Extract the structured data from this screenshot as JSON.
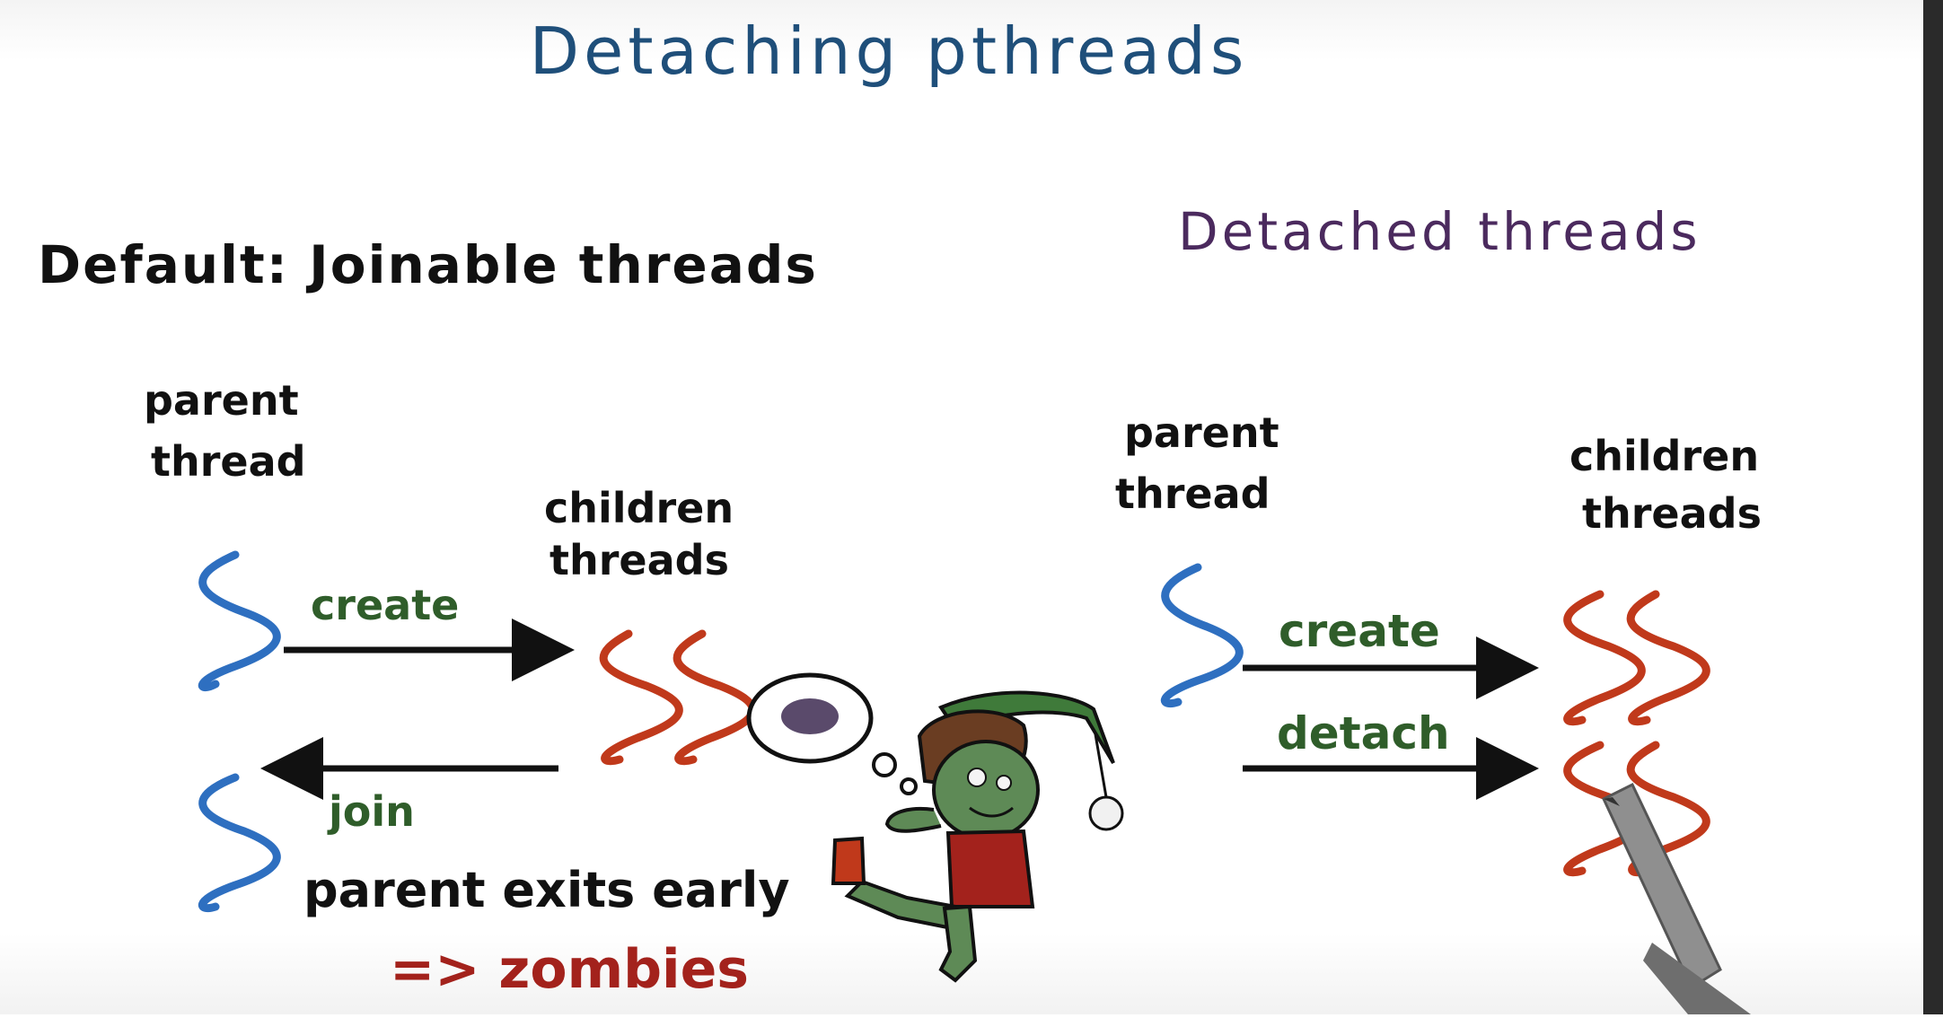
{
  "title": "Detaching pthreads",
  "left_panel": {
    "heading": "Default: Joinable threads",
    "parent_label_line1": "parent",
    "parent_label_line2": "thread",
    "children_label_line1": "children",
    "children_label_line2": "threads",
    "create_label": "create",
    "join_label": "join",
    "note": "parent exits early",
    "result": "=> zombies"
  },
  "right_panel": {
    "heading": "Detached threads",
    "parent_label_line1": "parent",
    "parent_label_line2": "thread",
    "children_label_line1": "children",
    "children_label_line2": "threads",
    "create_label": "create",
    "detach_label": "detach"
  },
  "colors": {
    "title": "#1f4f7a",
    "heading_left": "#111111",
    "heading_right": "#4b2a5e",
    "parent_thread": "#2e6fc0",
    "child_thread": "#c0391b",
    "arrow_label": "#2f5d2a",
    "result": "#a3221c",
    "ink": "#111111"
  },
  "icons": {
    "zombie": "zombie-elf-illustration",
    "pen": "pen-icon"
  }
}
